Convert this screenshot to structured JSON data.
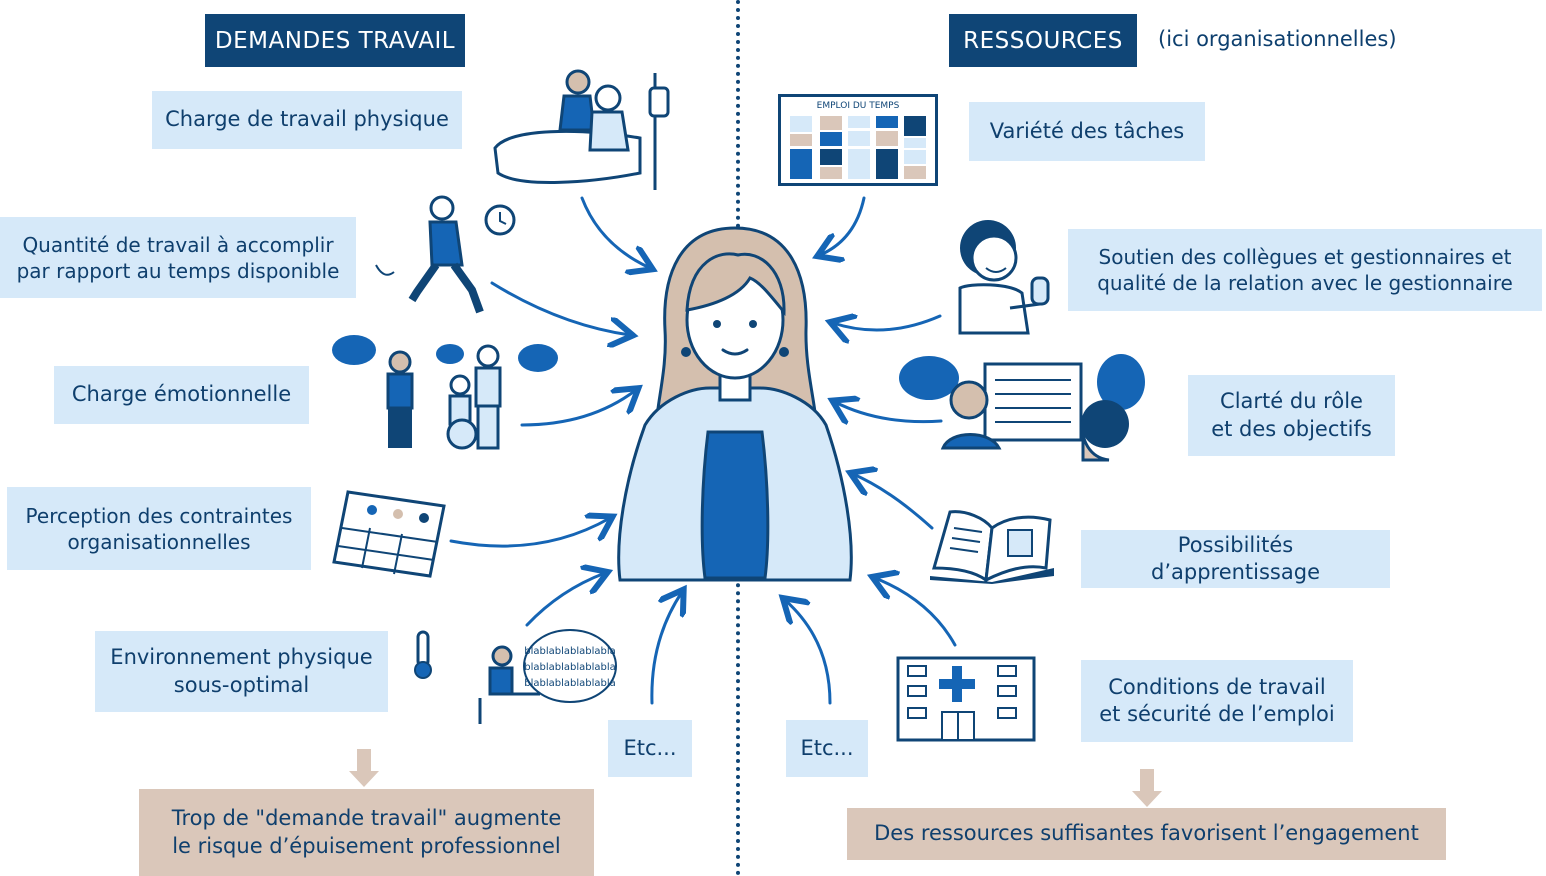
{
  "demands": {
    "header": "DEMANDES TRAVAIL",
    "items": [
      "Charge de travail physique",
      "Quantité de travail à accomplir\npar rapport au temps disponible",
      "Charge émotionnelle",
      "Perception des contraintes\norganisationnelles",
      "Environnement physique\nsous-optimal",
      "Etc..."
    ],
    "conclusion": "Trop de \"demande travail\" augmente\nle risque d’épuisement professionnel"
  },
  "resources": {
    "header": "RESSOURCES",
    "header_note": "(ici organisationnelles)",
    "items": [
      "Variété des tâches",
      "Soutien des collègues et gestionnaires et\nqualité de la relation avec le gestionnaire",
      "Clarté du rôle\net des objectifs",
      "Possibilités d’apprentissage",
      "Conditions de travail\net sécurité de l’emploi",
      "Etc..."
    ],
    "conclusion": "Des ressources suffisantes favorisent l’engagement"
  },
  "illustrations": {
    "schedule_title": "EMPLOI DU TEMPS",
    "chatter_text": "blablablablablabla"
  },
  "colors": {
    "dark_blue": "#0f4576",
    "mid_blue": "#1565b5",
    "light_blue_box": "#d6e9f9",
    "beige_box": "#dac7ba",
    "hair": "#d4bfae"
  }
}
